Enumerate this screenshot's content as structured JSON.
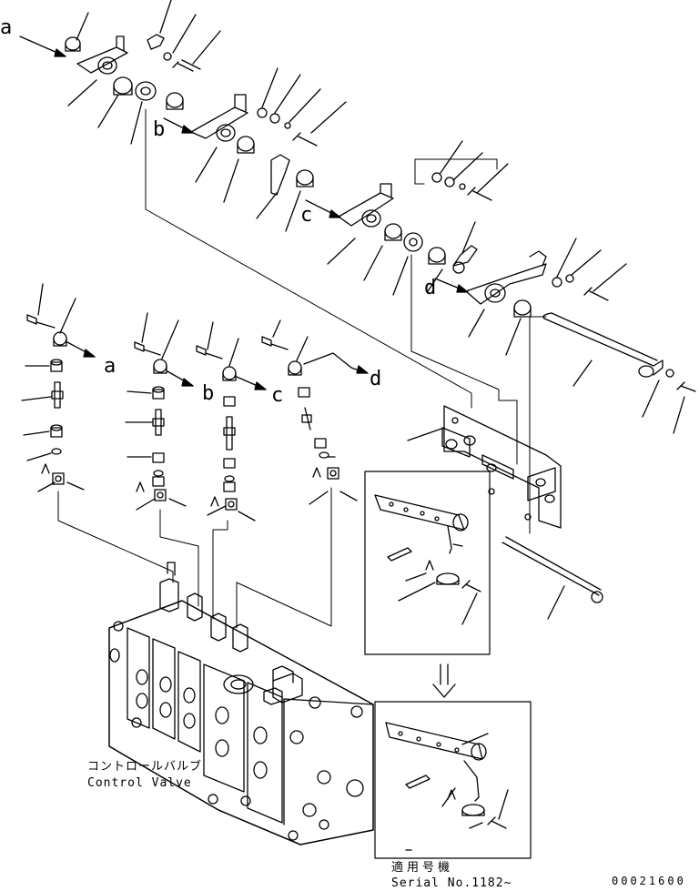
{
  "callouts": {
    "a": "a",
    "b": "b",
    "c": "c",
    "d": "d"
  },
  "control_valve": {
    "label_jp": "コントロールバルブ",
    "label_en": "Control Valve"
  },
  "serial_box": {
    "label_jp": "適用号機",
    "label_en": "Serial No.1182~"
  },
  "drawing_number": "00021600"
}
